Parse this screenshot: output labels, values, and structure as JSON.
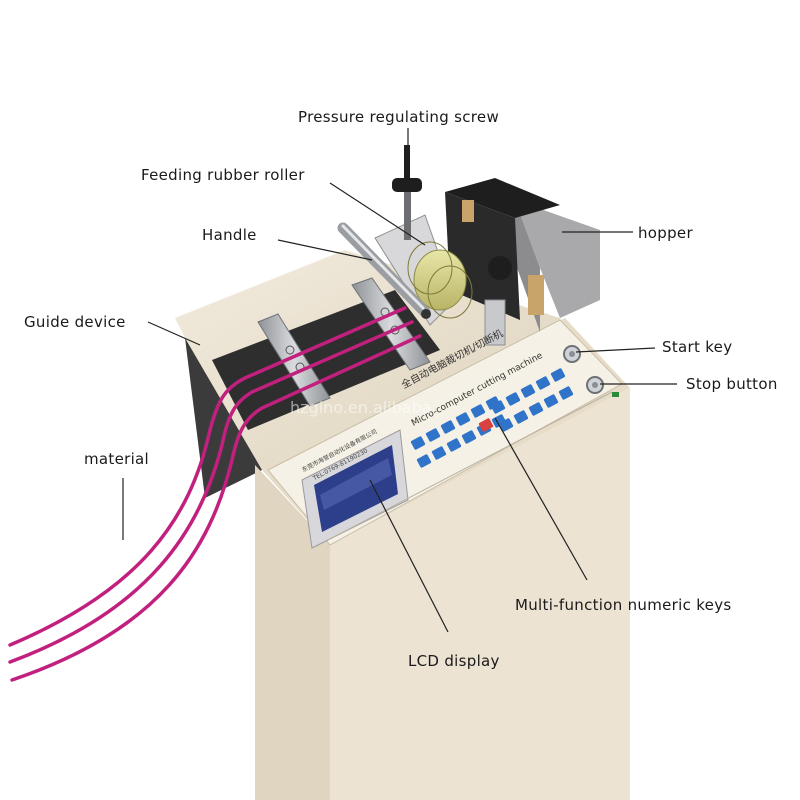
{
  "labels": {
    "pressure_screw": "Pressure regulating screw",
    "feeding_roller": "Feeding rubber roller",
    "handle": "Handle",
    "guide_device": "Guide device",
    "material": "material",
    "hopper": "hopper",
    "start_key": "Start key",
    "stop_button": "Stop button",
    "numeric_keys": "Multi-function numeric keys",
    "lcd_display": "LCD display"
  },
  "panel": {
    "title_en": "Micro-computer cutting machine",
    "title_cn": "全自动电脑裁切机/切断机",
    "company_cn": "东莞市海誉自动化设备有限公司",
    "tel": "TEL:0769-81190230"
  },
  "watermark": "hzgino.en.alibaba",
  "colors": {
    "machine_body": "#ece3d2",
    "panel_face": "#f4efe4",
    "key_blue": "#2f74c9",
    "key_red": "#d94040",
    "lcd": "#2d3f8a",
    "material": "#c2207e",
    "metal": "#b9bcc0"
  }
}
